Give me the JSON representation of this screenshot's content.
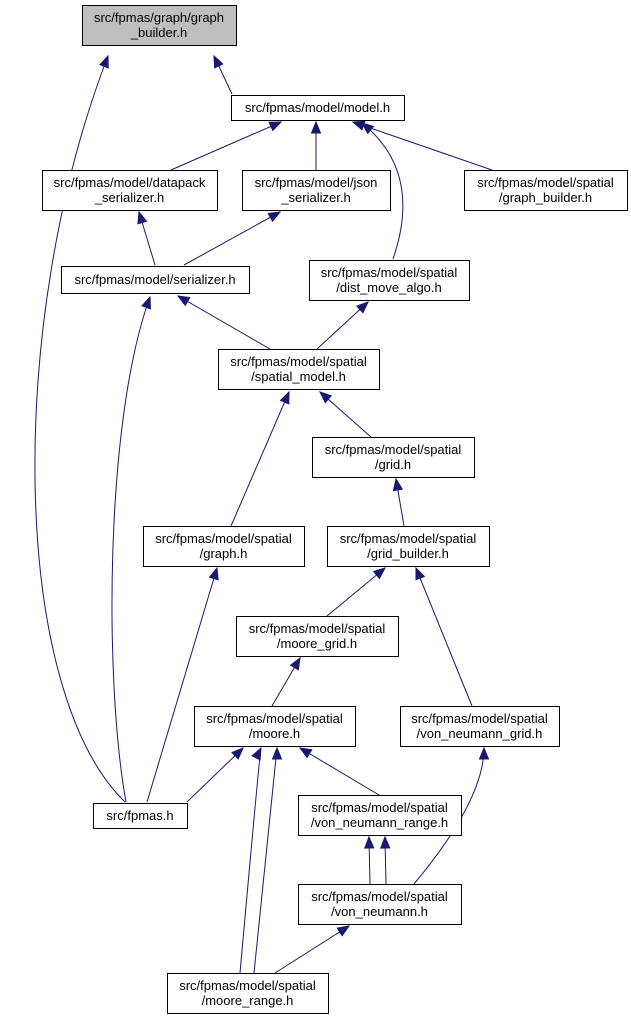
{
  "nodes": [
    {
      "id": "graph_builder",
      "lines": [
        "src/fpmas/graph/graph",
        "_builder.h"
      ],
      "root": true
    },
    {
      "id": "model",
      "lines": [
        "src/fpmas/model/model.h"
      ]
    },
    {
      "id": "datapack_serializer",
      "lines": [
        "src/fpmas/model/datapack",
        "_serializer.h"
      ]
    },
    {
      "id": "json_serializer",
      "lines": [
        "src/fpmas/model/json",
        "_serializer.h"
      ]
    },
    {
      "id": "spatial_graph_builder",
      "lines": [
        "src/fpmas/model/spatial",
        "/graph_builder.h"
      ]
    },
    {
      "id": "serializer",
      "lines": [
        "src/fpmas/model/serializer.h"
      ]
    },
    {
      "id": "dist_move_algo",
      "lines": [
        "src/fpmas/model/spatial",
        "/dist_move_algo.h"
      ]
    },
    {
      "id": "spatial_model",
      "lines": [
        "src/fpmas/model/spatial",
        "/spatial_model.h"
      ]
    },
    {
      "id": "grid",
      "lines": [
        "src/fpmas/model/spatial",
        "/grid.h"
      ]
    },
    {
      "id": "graph",
      "lines": [
        "src/fpmas/model/spatial",
        "/graph.h"
      ]
    },
    {
      "id": "grid_builder",
      "lines": [
        "src/fpmas/model/spatial",
        "/grid_builder.h"
      ]
    },
    {
      "id": "moore_grid",
      "lines": [
        "src/fpmas/model/spatial",
        "/moore_grid.h"
      ]
    },
    {
      "id": "moore",
      "lines": [
        "src/fpmas/model/spatial",
        "/moore.h"
      ]
    },
    {
      "id": "von_neumann_grid",
      "lines": [
        "src/fpmas/model/spatial",
        "/von_neumann_grid.h"
      ]
    },
    {
      "id": "fpmas",
      "lines": [
        "src/fpmas.h"
      ]
    },
    {
      "id": "von_neumann_range",
      "lines": [
        "src/fpmas/model/spatial",
        "/von_neumann_range.h"
      ]
    },
    {
      "id": "von_neumann",
      "lines": [
        "src/fpmas/model/spatial",
        "/von_neumann.h"
      ]
    },
    {
      "id": "moore_range",
      "lines": [
        "src/fpmas/model/spatial",
        "/moore_range.h"
      ]
    }
  ],
  "edges": [
    {
      "from": "graph_builder",
      "to": "model"
    },
    {
      "from": "graph_builder",
      "to": "fpmas"
    },
    {
      "from": "model",
      "to": "datapack_serializer"
    },
    {
      "from": "model",
      "to": "json_serializer"
    },
    {
      "from": "model",
      "to": "spatial_graph_builder"
    },
    {
      "from": "model",
      "to": "dist_move_algo"
    },
    {
      "from": "datapack_serializer",
      "to": "serializer"
    },
    {
      "from": "json_serializer",
      "to": "serializer"
    },
    {
      "from": "serializer",
      "to": "spatial_model"
    },
    {
      "from": "serializer",
      "to": "fpmas"
    },
    {
      "from": "dist_move_algo",
      "to": "spatial_model"
    },
    {
      "from": "spatial_model",
      "to": "grid"
    },
    {
      "from": "spatial_model",
      "to": "graph"
    },
    {
      "from": "grid",
      "to": "grid_builder"
    },
    {
      "from": "graph",
      "to": "fpmas"
    },
    {
      "from": "grid_builder",
      "to": "moore_grid"
    },
    {
      "from": "grid_builder",
      "to": "von_neumann_grid"
    },
    {
      "from": "moore_grid",
      "to": "moore"
    },
    {
      "from": "moore",
      "to": "fpmas"
    },
    {
      "from": "moore",
      "to": "von_neumann_range"
    },
    {
      "from": "moore",
      "to": "moore_range"
    },
    {
      "from": "von_neumann_grid",
      "to": "von_neumann"
    },
    {
      "from": "von_neumann_range",
      "to": "von_neumann"
    },
    {
      "from": "von_neumann",
      "to": "von_neumann_range"
    },
    {
      "from": "von_neumann",
      "to": "moore_range"
    },
    {
      "from": "moore_range",
      "to": "moore"
    }
  ],
  "colors": {
    "edge": "#191970",
    "root_fill": "#bfbfbf",
    "node_fill": "#ffffff",
    "node_border": "#000000"
  }
}
